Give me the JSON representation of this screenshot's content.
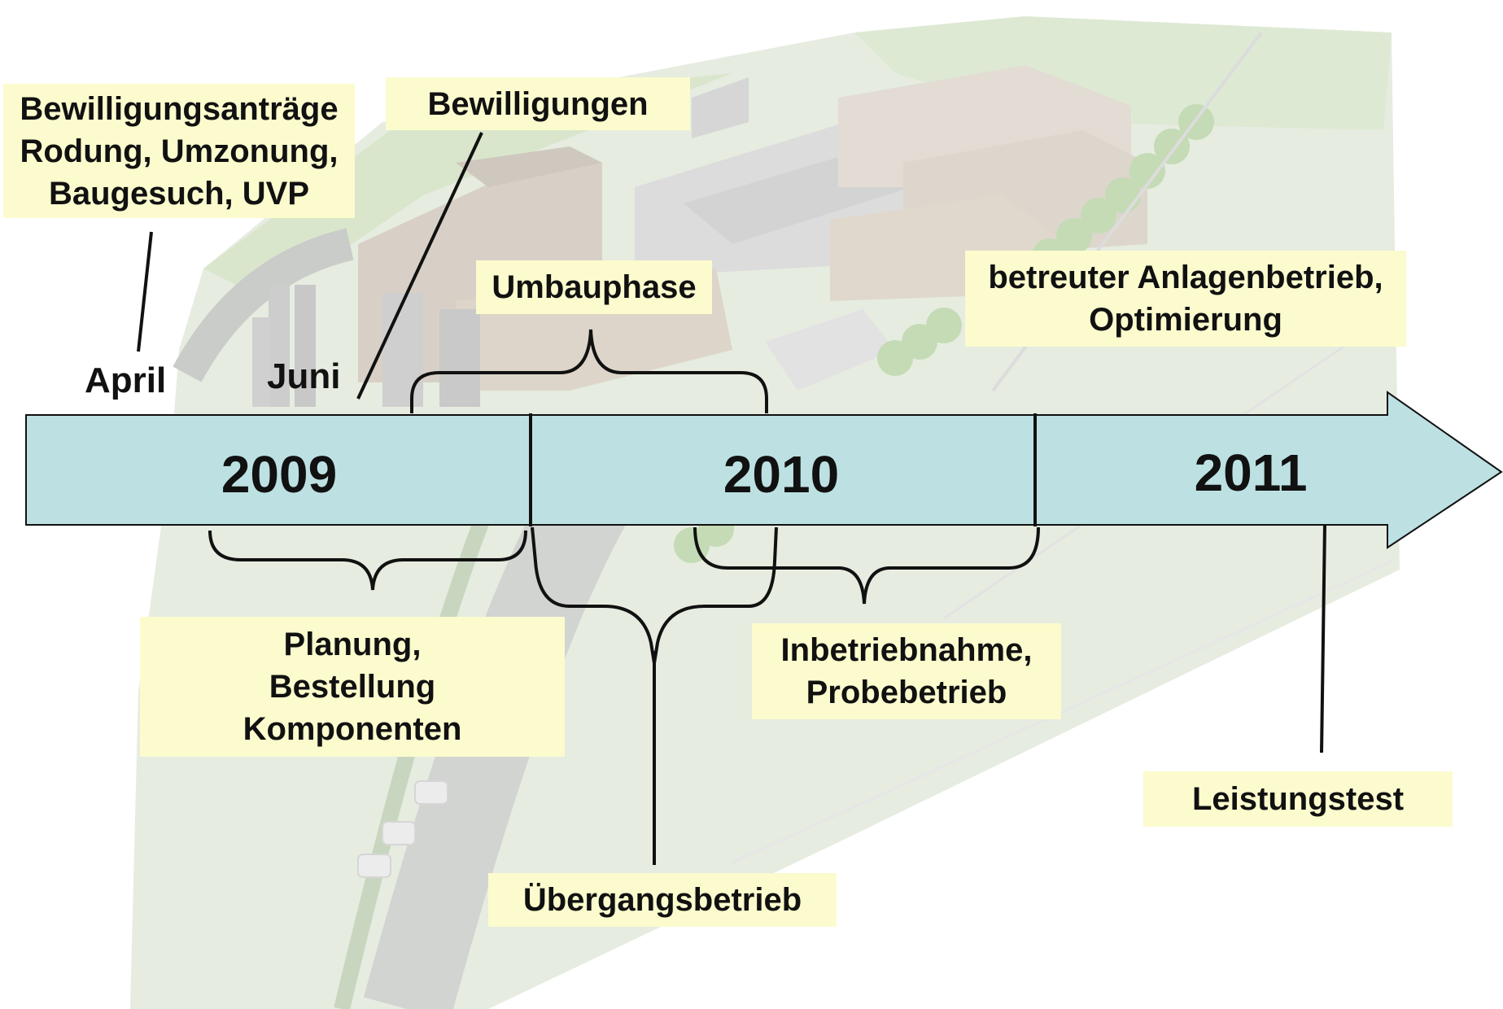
{
  "timeline": {
    "years": [
      "2009",
      "2010",
      "2011"
    ],
    "months": {
      "april": "April",
      "juni": "Juni"
    }
  },
  "labels": {
    "bewilligungsantraege": "Bewilligungsanträge\nRodung, Umzonung,\nBaugesuch, UVP",
    "bewilligungen": "Bewilligungen",
    "umbauphase": "Umbauphase",
    "betreuter_betrieb": "betreuter Anlagenbetrieb,\nOptimierung",
    "planung": "Planung,\nBestellung\nKomponenten",
    "inbetriebnahme": "Inbetriebnahme,\nProbebetrieb",
    "uebergangsbetrieb": "Übergangsbetrieb",
    "leistungstest": "Leistungstest"
  },
  "colors": {
    "arrow_fill": "#bde1e2",
    "note_fill": "#fbfbce",
    "line": "#111111"
  }
}
